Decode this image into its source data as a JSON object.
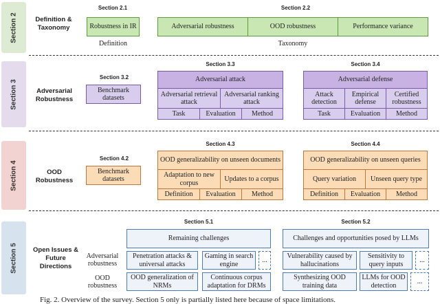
{
  "sections": {
    "s2": {
      "side_label": "Section 2",
      "title": "Definition & Taxonomy",
      "def_section": "Section 2.1",
      "tax_section": "Section 2.2",
      "robust_ir": "Robustness in IR",
      "definition_label": "Definition",
      "taxonomy_label": "Taxonomy",
      "taxonomy_items": [
        "Adversarial robustness",
        "OOD robustness",
        "Performance variance"
      ]
    },
    "s3": {
      "side_label": "Section 3",
      "title": "Adversarial Robustness",
      "bench_section": "Section 3.2",
      "bench_label": "Benchmark datasets",
      "attack_section": "Section 3.3",
      "attack_header": "Adversarial attack",
      "attack_subs": [
        "Adversarial retrieval attack",
        "Adversarial ranking attack"
      ],
      "attack_row": [
        "Task",
        "Evaluation",
        "Method"
      ],
      "defense_section": "Section 3.4",
      "defense_header": "Adversarial defense",
      "defense_subs": [
        "Attack detection",
        "Empirical defense",
        "Certified robustness"
      ],
      "defense_row": [
        "Task",
        "Evaluation",
        "Method"
      ]
    },
    "s4": {
      "side_label": "Section 4",
      "title": "OOD Robustness",
      "bench_section": "Section 4.2",
      "bench_label": "Benchmark datasets",
      "docs_section": "Section 4.3",
      "docs_header": "OOD generalizability on unseen documents",
      "docs_subs": [
        "Adaptation to new corpus",
        "Updates to a corpus"
      ],
      "docs_row": [
        "Definition",
        "Evaluation",
        "Method"
      ],
      "queries_section": "Section 4.4",
      "queries_header": "OOD generalizability on unseen queries",
      "queries_subs": [
        "Query variation",
        "Unseen query type"
      ],
      "queries_row": [
        "Definition",
        "Evaluation",
        "Method"
      ]
    },
    "s5": {
      "side_label": "Section 5",
      "title": "Open Issues & Future Directions",
      "left_section": "Section 5.1",
      "right_section": "Section 5.2",
      "remaining": "Remaining challenges",
      "llm_challenges": "Challenges and opportunities posed by LLMs",
      "adv_label": "Adversarial robustness",
      "ood_label": "OOD robustness",
      "adv_left": [
        "Penetration attacks & universal attacks",
        "Gaming in search engine"
      ],
      "adv_right": [
        "Vulnerability caused by hallucinations",
        "Sensitivity to query inputs"
      ],
      "ood_left": [
        "OOD generalization of NRMs",
        "Continuous corpus adaptation for DRMs"
      ],
      "ood_right": [
        "Synthesizing OOD training data",
        "LLMs for OOD detection"
      ],
      "more": "..."
    }
  },
  "caption": "Fig. 2. Overview of the survey. Section 5 only is partially listed here because of space limitations.",
  "colors": {
    "section2": "#dcebd2",
    "section3": "#e4dcec",
    "section4": "#f3d3d1",
    "section5": "#d6e3ef",
    "green_box": "#c9e7b3",
    "purple_box": "#d9cdee",
    "orange_box": "#fbdcb7",
    "blue_box": "#eef3fa"
  }
}
